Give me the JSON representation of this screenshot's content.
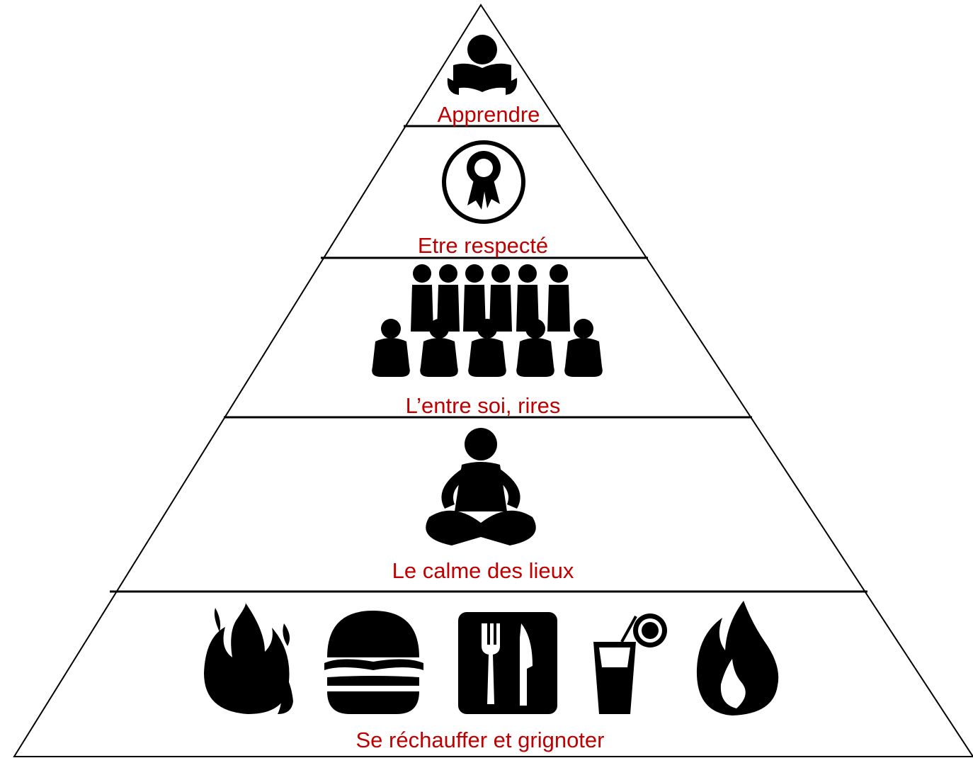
{
  "levels": [
    {
      "label": "Apprendre",
      "icon": "reading-person-icon"
    },
    {
      "label": "Etre respecté",
      "icon": "award-ribbon-icon"
    },
    {
      "label": "L’entre soi, rires",
      "icon": "group-of-people-icon"
    },
    {
      "label": "Le calme des lieux",
      "icon": "meditation-person-icon"
    },
    {
      "label": "Se réchauffer et grignoter",
      "icons": [
        "fire-icon",
        "burger-icon",
        "fork-knife-icon",
        "drink-lemon-icon",
        "flame-icon"
      ]
    }
  ],
  "colors": {
    "label": "#c00000",
    "line": "#000000",
    "icon": "#000000",
    "background": "#ffffff"
  }
}
